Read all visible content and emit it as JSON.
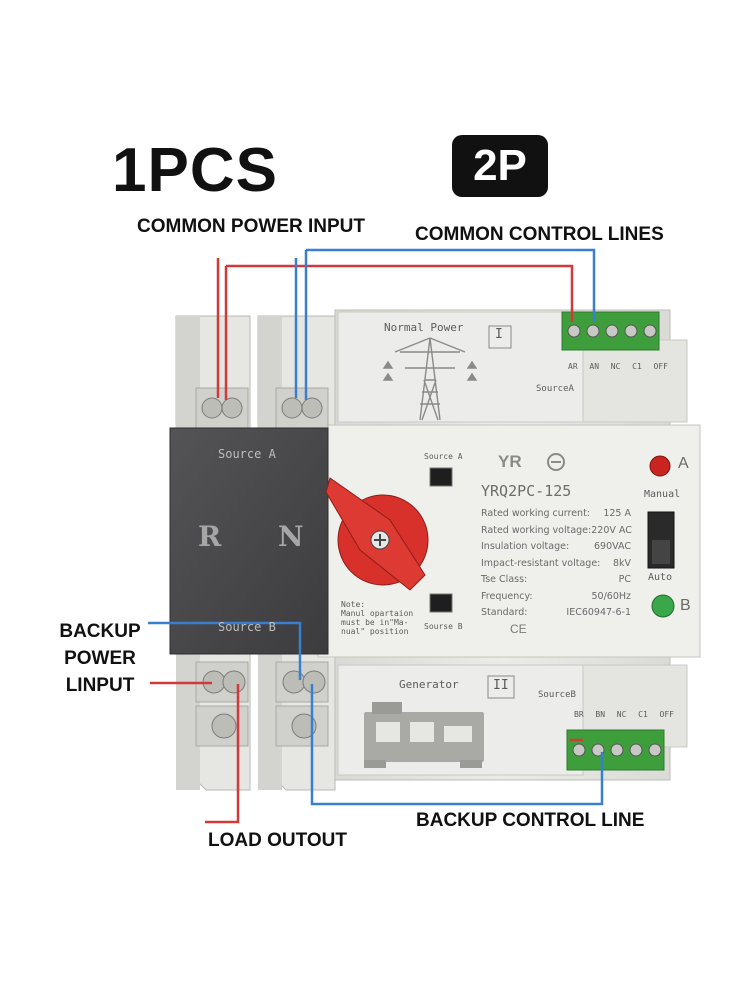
{
  "header": {
    "qty_label": "1PCS",
    "pole_badge": "2P"
  },
  "callouts": {
    "common_power_input": "COMMON POWER INPUT",
    "common_control_lines": "COMMON CONTROL LINES",
    "backup_power_input": [
      "BACKUP",
      "POWER",
      "LINPUT"
    ],
    "load_output": "LOAD OUTOUT",
    "backup_control_line": "BACKUP CONTROL LINE"
  },
  "device": {
    "top_module": {
      "title": "Normal Power",
      "roman": "I",
      "source": "SourceA",
      "terminals": [
        "AR",
        "AN",
        "NC",
        "C1",
        "OFF"
      ]
    },
    "bottom_module": {
      "title": "Generator",
      "roman": "II",
      "source": "SourceB",
      "terminals": [
        "BR",
        "BN",
        "NC",
        "C1",
        "OFF"
      ]
    },
    "cover": {
      "source_a": "Source A",
      "source_b": "Source B",
      "r": "R",
      "n": "N"
    },
    "window_a": "Source A",
    "window_b": "Sourse B",
    "note": [
      "Note:",
      "Manul opartaion",
      "must be in\"Ma-",
      "nual\" position"
    ],
    "brand": "YR",
    "model": "YRQ2PC-125",
    "specs": [
      {
        "label": "Rated working current:",
        "value": "125 A"
      },
      {
        "label": "Rated working voltage:",
        "value": "220V AC"
      },
      {
        "label": "Insulation voltage:",
        "value": "690VAC"
      },
      {
        "label": "Impact-resistant voltage:",
        "value": "8kV"
      },
      {
        "label": "Tse Class:",
        "value": "PC"
      },
      {
        "label": "Frequency:",
        "value": "50/60Hz"
      },
      {
        "label": "Standard:",
        "value": "IEC60947-6-1"
      }
    ],
    "ce_mark": "CE",
    "indicator_a": "A",
    "indicator_b": "B",
    "manual_label": "Manual",
    "auto_label": "Auto"
  },
  "colors": {
    "red_wire": "#d23a3a",
    "blue_wire": "#3a7fcf",
    "body": "#e3e3df",
    "cover": "#4a4a4c",
    "handle": "#d8302a",
    "terminal_green": "#3f9e3c"
  }
}
